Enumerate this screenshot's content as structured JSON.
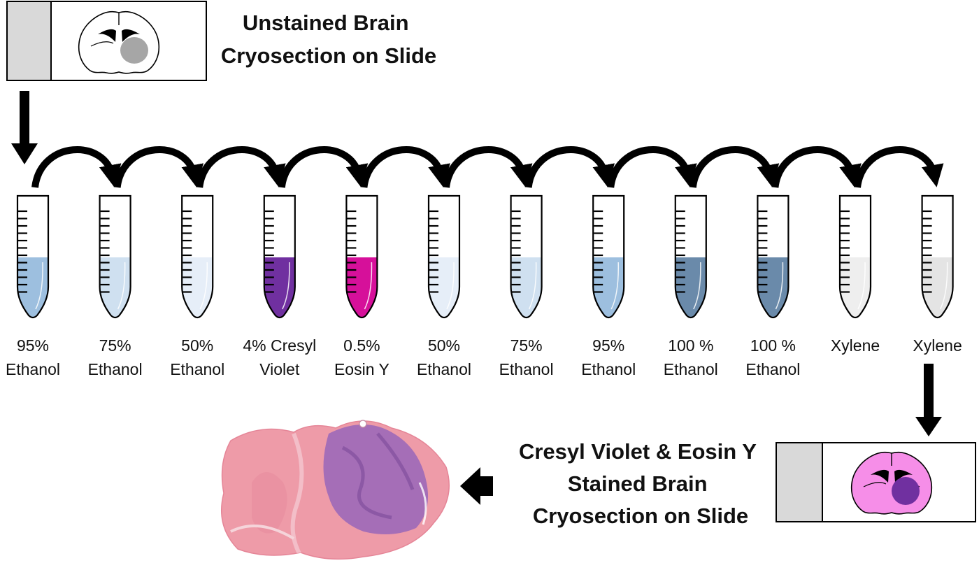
{
  "top_slide": {
    "label_lines": [
      "Unstained Brain",
      "Cryosection on Slide"
    ],
    "fill": "#ffffff",
    "lesion_color": "#a6a6a6",
    "frost_color": "#d9d9d9"
  },
  "bottom_slide": {
    "label_lines": [
      "Cresyl Violet & Eosin Y",
      "Stained Brain",
      "Cryosection on Slide"
    ],
    "fill": "#f68ee8",
    "lesion_color": "#7030a0",
    "frost_color": "#d9d9d9"
  },
  "tubes": [
    {
      "lines": [
        "95%",
        "Ethanol"
      ],
      "fill": "#9dbfdf"
    },
    {
      "lines": [
        "75%",
        "Ethanol"
      ],
      "fill": "#cfe0f0"
    },
    {
      "lines": [
        "50%",
        "Ethanol"
      ],
      "fill": "#e6eef8"
    },
    {
      "lines": [
        "4% Cresyl",
        "Violet"
      ],
      "fill": "#7030a0"
    },
    {
      "lines": [
        "0.5%",
        "Eosin Y"
      ],
      "fill": "#d6109a"
    },
    {
      "lines": [
        "50%",
        "Ethanol"
      ],
      "fill": "#e6eef8"
    },
    {
      "lines": [
        "75%",
        "Ethanol"
      ],
      "fill": "#cfe0f0"
    },
    {
      "lines": [
        "95%",
        "Ethanol"
      ],
      "fill": "#9dbfdf"
    },
    {
      "lines": [
        "100 %",
        "Ethanol"
      ],
      "fill": "#6a8aaa"
    },
    {
      "lines": [
        "100 %",
        "Ethanol"
      ],
      "fill": "#6a8aaa"
    },
    {
      "lines": [
        "Xylene"
      ],
      "fill": "#eeeeee"
    },
    {
      "lines": [
        "Xylene"
      ],
      "fill": "#e4e4e4"
    }
  ],
  "photo": {
    "tissue_color": "#ee9ba8",
    "tumor_color": "#9e6ab8"
  }
}
